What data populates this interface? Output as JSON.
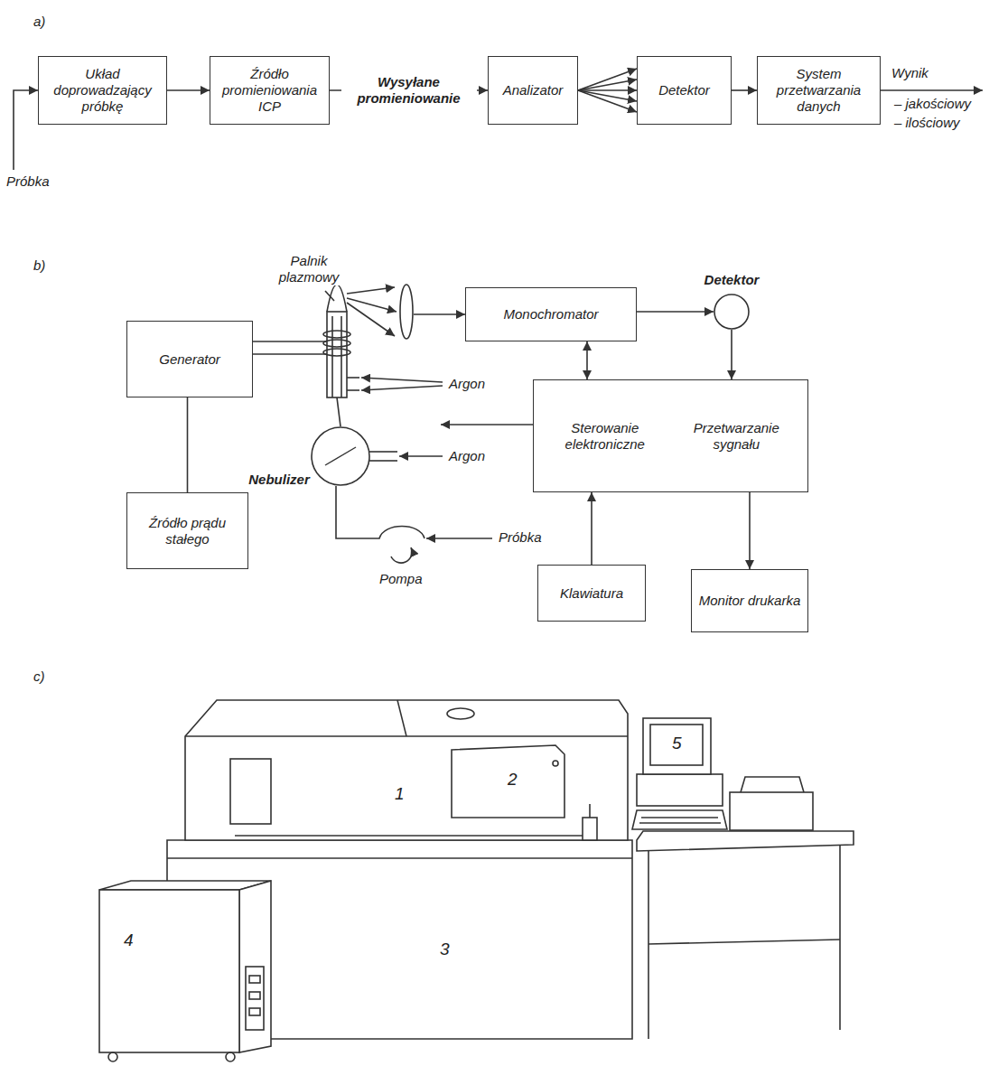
{
  "diagram": {
    "nodes": [
      {
        "text": [
          "Układ doprowadzający próbkę"
        ]
      },
      {
        "text": [
          "Źródło promieniowania ICP"
        ]
      },
      {
        "text": [
          "Analizator"
        ]
      },
      {
        "text": [
          "Detektor"
        ]
      },
      {
        "text": [
          "System przetwarzania danych"
        ]
      },
      {
        "text": [
          "Generator"
        ]
      },
      {
        "text": [
          "Monochromator"
        ]
      },
      {
        "text": [
          "Detektor"
        ]
      },
      {
        "text": [
          "Sterowanie elektroniczne",
          "Przetwarzanie sygnału"
        ]
      },
      {
        "text": [
          "Nebulizer"
        ]
      },
      {
        "text": [
          "Źródło prądu stałego"
        ]
      },
      {
        "text": [
          "Klawiatura"
        ]
      },
      {
        "text": [
          "Monitor drukarka"
        ]
      }
    ],
    "edges": [
      {
        "from": 0,
        "to": 1,
        "arrow": "to"
      },
      {
        "from": 1,
        "to": 2,
        "label": "Wysyłane promieniowanie",
        "arrow": "to"
      },
      {
        "from": 2,
        "to": 3,
        "arrow": "to"
      },
      {
        "from": 3,
        "to": 4,
        "arrow": "to"
      },
      {
        "from": 6,
        "to": 7,
        "arrow": "to"
      },
      {
        "from": 7,
        "to": 8,
        "arrow": "to"
      },
      {
        "from": 8,
        "to": 6,
        "arrow": "both"
      },
      {
        "from": 11,
        "to": 8,
        "arrow": "to"
      },
      {
        "from": 8,
        "to": 12,
        "arrow": "to"
      },
      {
        "from": 5,
        "to": 10,
        "arrow": "none"
      }
    ],
    "labels": [
      "a)",
      "Próbka",
      "Wynik",
      "– jakościowy",
      "– ilościowy",
      "b)",
      "Palnik plazmowy",
      "Argon",
      "Argon",
      "Próbka",
      "Pompa",
      "c)",
      "1",
      "2",
      "3",
      "4",
      "5"
    ]
  }
}
